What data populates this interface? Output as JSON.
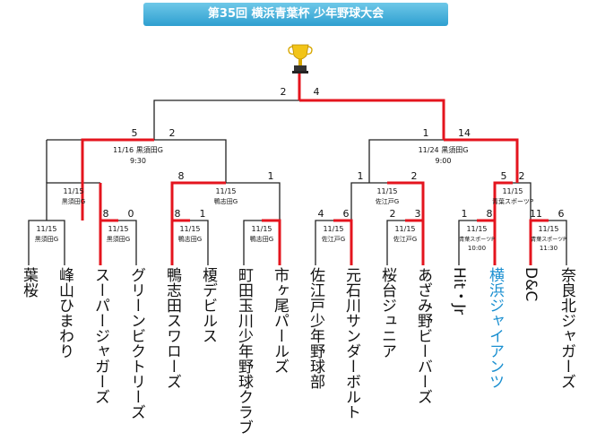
{
  "title": "第35回 横浜青葉杯 少年野球大会",
  "icons": {
    "trophy": "trophy-icon"
  },
  "colors": {
    "winner_line": "#e4141e",
    "normal_line": "#222222",
    "title_bg": "#3aa8d8",
    "highlight_team": "#1a8fd0"
  },
  "teams": [
    {
      "name": "葉桜"
    },
    {
      "name": "峰山ひまわり"
    },
    {
      "name": "スーパージャガーズ"
    },
    {
      "name": "グリーンビクトリーズ"
    },
    {
      "name": "鴨志田スワローズ"
    },
    {
      "name": "榎デビルス"
    },
    {
      "name": "町田玉川少年野球クラブ"
    },
    {
      "name": "市ヶ尾パールズ"
    },
    {
      "name": "佐江戸少年野球部"
    },
    {
      "name": "元石川サンダーボルト"
    },
    {
      "name": "桜台ジュニア"
    },
    {
      "name": "あざみ野ビーバーズ"
    },
    {
      "name": "Hit・Jr"
    },
    {
      "name": "横浜ジャイアンツ"
    },
    {
      "name": "D&C"
    },
    {
      "name": "奈良北ジャガーズ"
    }
  ],
  "highlight_team_index": 13,
  "matches": {
    "r1a": {
      "date": "11/15",
      "venue": "黒須田G",
      "score_left": "",
      "score_right": ""
    },
    "r1b": {
      "date": "11/15",
      "venue": "黒須田G",
      "score_left": "8",
      "score_right": "0"
    },
    "r1c": {
      "date": "11/15",
      "venue": "鴨志田G",
      "score_left": "8",
      "score_right": "1"
    },
    "r1d": {
      "date": "11/15",
      "venue": "鴨志田G",
      "score_left": "",
      "score_right": ""
    },
    "r1e": {
      "date": "11/15",
      "venue": "佐江戸G",
      "score_left": "4",
      "score_right": "6"
    },
    "r1f": {
      "date": "11/15",
      "venue": "佐江戸G",
      "score_left": "2",
      "score_right": "3"
    },
    "r1g": {
      "date": "11/15",
      "venue": "青葉スポーツP",
      "time": "10:00",
      "score_left": "1",
      "score_right": "8"
    },
    "r1h": {
      "date": "11/15",
      "venue": "青葉スポーツP",
      "time": "11:30",
      "score_left": "11",
      "score_right": "6"
    },
    "r2a": {
      "date": "11/15",
      "venue": "黒須田G",
      "score_left": "",
      "score_right": ""
    },
    "r2b": {
      "date": "11/15",
      "venue": "鴨志田G",
      "score_left": "8",
      "score_right": "1"
    },
    "r2c": {
      "date": "11/15",
      "venue": "佐江戸G",
      "score_left": "1",
      "score_right": "2"
    },
    "r2d": {
      "date": "11/15",
      "venue": "青葉スポーツP",
      "score_left": "5",
      "score_right": "2"
    },
    "sf1": {
      "date": "11/16",
      "venue": "黒須田G",
      "time": "9:30",
      "score_left": "5",
      "score_right": "2"
    },
    "sf2": {
      "date": "11/24",
      "venue": "黒須田G",
      "time": "9:00",
      "score_left": "1",
      "score_right": "14"
    },
    "final": {
      "score_left": "2",
      "score_right": "4"
    }
  }
}
